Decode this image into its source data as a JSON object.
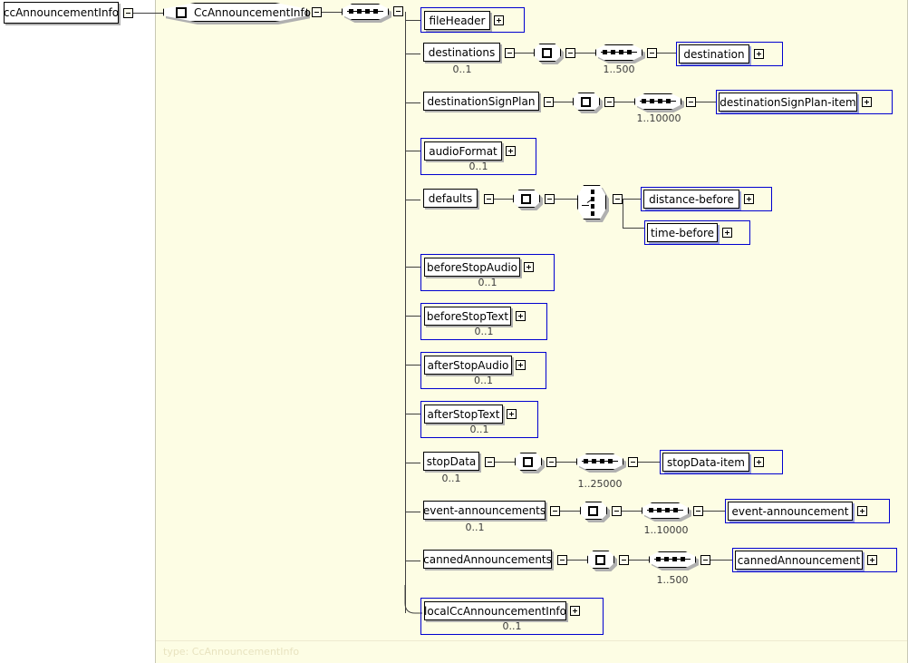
{
  "diagram": {
    "kind": "xml-schema-element-diagram",
    "root_element": "ccAnnouncementInfo",
    "root_type_label": "CcAnnouncementInfo",
    "footer_type": "type: CcAnnouncementInfo",
    "colors": {
      "canvas_background": "#ffffff",
      "content_background": "#fdfde4",
      "element_frame": "#0000d0",
      "label_border": "#000000",
      "connector": "#404040",
      "occurrence_text": "#3a3a3a",
      "footer_text": "#e8e3c0"
    }
  },
  "root": {
    "name": "ccAnnouncementInfo",
    "toggle": "minus"
  },
  "type_node": {
    "name": "CcAnnouncementInfo",
    "icon": "complextype-icon",
    "toggle": "minus"
  },
  "root_sequence": {
    "icon": "sequence-icon",
    "toggle": "minus"
  },
  "children": [
    {
      "name": "fileHeader",
      "toggle": "plus",
      "occurrence": "",
      "framed": true,
      "chain": []
    },
    {
      "name": "destinations",
      "toggle": "minus",
      "occurrence": "0..1",
      "framed": false,
      "chain": [
        {
          "icon": "complextype-icon",
          "toggle": "minus"
        },
        {
          "icon": "sequence-icon",
          "toggle": "minus",
          "occurrence": "1..500"
        },
        {
          "name": "destination",
          "toggle": "plus",
          "framed": true,
          "ref": true
        }
      ]
    },
    {
      "name": "destinationSignPlan",
      "toggle": "minus",
      "occurrence": "",
      "framed": false,
      "chain": [
        {
          "icon": "complextype-icon",
          "toggle": "minus"
        },
        {
          "icon": "sequence-icon",
          "toggle": "minus",
          "occurrence": "1..10000"
        },
        {
          "name": "destinationSignPlan-item",
          "toggle": "plus",
          "framed": true,
          "ref": true
        }
      ]
    },
    {
      "name": "audioFormat",
      "toggle": "plus",
      "occurrence": "0..1",
      "framed": true,
      "chain": []
    },
    {
      "name": "defaults",
      "toggle": "minus",
      "occurrence": "",
      "framed": false,
      "chain": [
        {
          "icon": "complextype-icon",
          "toggle": "minus"
        },
        {
          "icon": "choice-icon",
          "toggle": "minus"
        }
      ],
      "choice_branches": [
        {
          "name": "distance-before",
          "toggle": "plus",
          "framed": true,
          "ref": true
        },
        {
          "name": "time-before",
          "toggle": "plus",
          "framed": true,
          "ref": true
        }
      ]
    },
    {
      "name": "beforeStopAudio",
      "toggle": "plus",
      "occurrence": "0..1",
      "framed": true,
      "chain": []
    },
    {
      "name": "beforeStopText",
      "toggle": "plus",
      "occurrence": "0..1",
      "framed": true,
      "chain": []
    },
    {
      "name": "afterStopAudio",
      "toggle": "plus",
      "occurrence": "0..1",
      "framed": true,
      "chain": []
    },
    {
      "name": "afterStopText",
      "toggle": "plus",
      "occurrence": "0..1",
      "framed": true,
      "chain": []
    },
    {
      "name": "stopData",
      "toggle": "minus",
      "occurrence": "0..1",
      "framed": false,
      "chain": [
        {
          "icon": "complextype-icon",
          "toggle": "minus"
        },
        {
          "icon": "sequence-icon",
          "toggle": "minus",
          "occurrence": "1..25000"
        },
        {
          "name": "stopData-item",
          "toggle": "plus",
          "framed": true,
          "ref": true
        }
      ]
    },
    {
      "name": "event-announcements",
      "toggle": "minus",
      "occurrence": "0..1",
      "framed": false,
      "chain": [
        {
          "icon": "complextype-icon",
          "toggle": "minus"
        },
        {
          "icon": "sequence-icon",
          "toggle": "minus",
          "occurrence": "1..10000"
        },
        {
          "name": "event-announcement",
          "toggle": "plus",
          "framed": true,
          "ref": true
        }
      ]
    },
    {
      "name": "cannedAnnouncements",
      "toggle": "minus",
      "occurrence": "",
      "framed": false,
      "chain": [
        {
          "icon": "complextype-icon",
          "toggle": "minus"
        },
        {
          "icon": "sequence-icon",
          "toggle": "minus",
          "occurrence": "1..500"
        },
        {
          "name": "cannedAnnouncement",
          "toggle": "plus",
          "framed": true,
          "ref": true
        }
      ]
    },
    {
      "name": "localCcAnnouncementInfo",
      "toggle": "plus",
      "occurrence": "0..1",
      "framed": true,
      "chain": []
    }
  ]
}
